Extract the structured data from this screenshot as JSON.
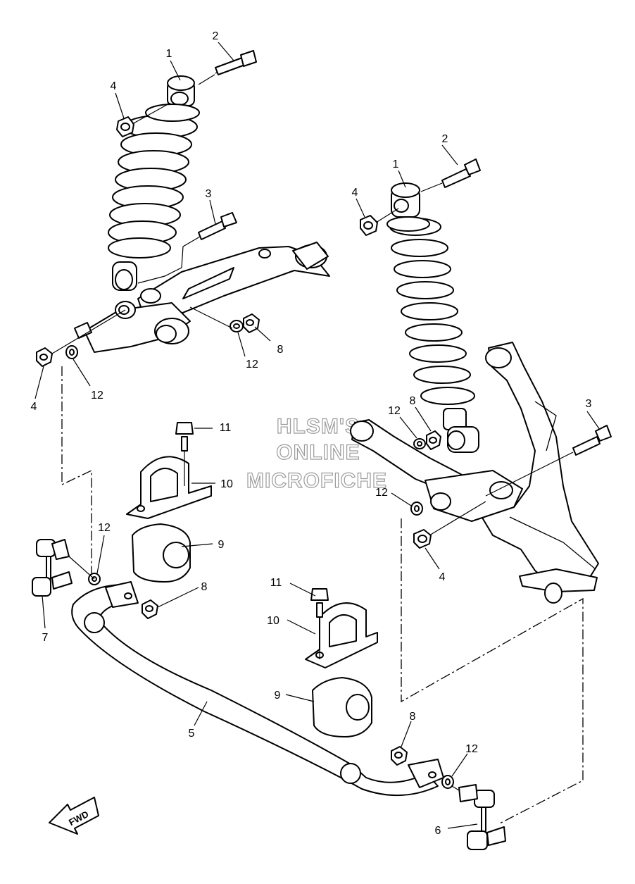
{
  "watermark": {
    "line1": "HLSM'S",
    "line2": "ONLINE",
    "line3": "MICROFICHE"
  },
  "fwd_label": "FWD",
  "callouts": {
    "c1a": "1",
    "c2a": "2",
    "c4a": "4",
    "c3a": "3",
    "c8a": "8",
    "c12a": "12",
    "c4b": "4",
    "c12b": "12",
    "c1b": "1",
    "c2b": "2",
    "c4c": "4",
    "c3b": "3",
    "c12c": "12",
    "c8b": "8",
    "c12d": "12",
    "c4d": "4",
    "c11a": "11",
    "c10a": "10",
    "c9a": "9",
    "c12e": "12",
    "c8c": "8",
    "c7": "7",
    "c11b": "11",
    "c10b": "10",
    "c9b": "9",
    "c5": "5",
    "c8d": "8",
    "c12f": "12",
    "c6": "6"
  }
}
